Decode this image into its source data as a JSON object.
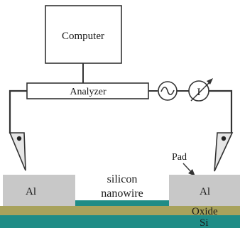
{
  "diagram": {
    "computer_label": "Computer",
    "analyzer_label": "Analyzer",
    "meter_label": "I",
    "pad_label": "Pad",
    "left_electrode_label": "Al",
    "right_electrode_label": "Al",
    "nanowire_label_line1": "silicon",
    "nanowire_label_line2": "nanowire",
    "oxide_label": "Oxide",
    "substrate_label": "Si"
  },
  "colors": {
    "line": "#333333",
    "box_fill": "#ffffff",
    "electrode": "#c8c8c8",
    "oxide": "#a8a25c",
    "substrate": "#1f8c86",
    "nanowire": "#1f8c86",
    "probe_fill": "#e6e6e6"
  }
}
